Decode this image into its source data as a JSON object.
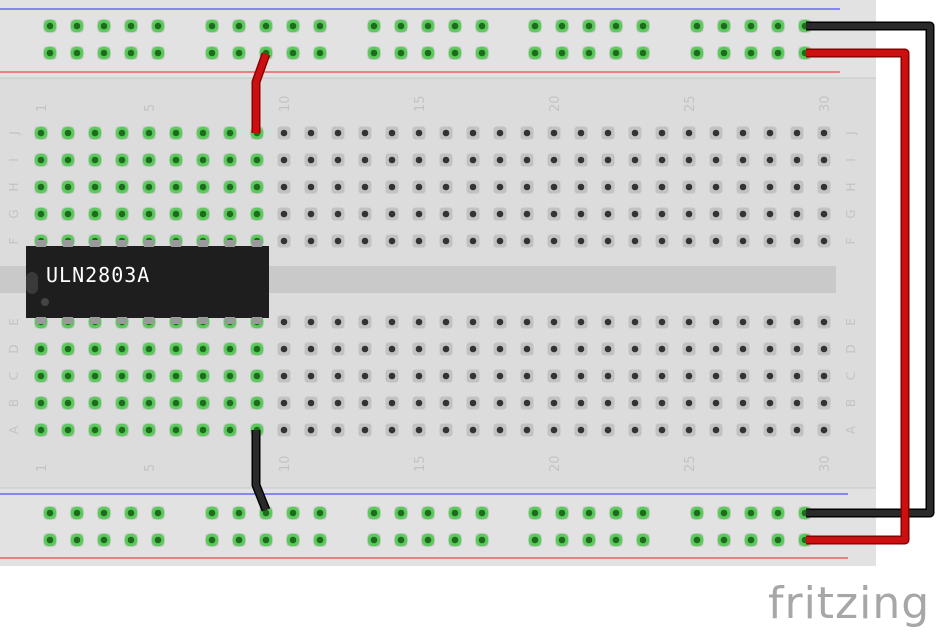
{
  "breadboard": {
    "column_numbers_top": [
      "1",
      "5",
      "10",
      "15",
      "20",
      "25",
      "30"
    ],
    "column_numbers_bottom": [
      "1",
      "5",
      "10",
      "15",
      "20",
      "25",
      "30"
    ],
    "row_letters_top": [
      "J",
      "I",
      "H",
      "G",
      "F"
    ],
    "row_letters_bottom": [
      "E",
      "D",
      "C",
      "B",
      "A"
    ]
  },
  "chip": {
    "label": "ULN2803A"
  },
  "colors": {
    "board": "#dcdcdc",
    "hole": "#333333",
    "hole_connected": "#5cc95c",
    "red_wire": "#cc1010",
    "black_wire": "#222222",
    "blue_line": "#2a2aff",
    "red_line": "#ee2222",
    "chip_body": "#1e1e1e"
  },
  "wires": [
    {
      "name": "top-red-jumper",
      "color": "red"
    },
    {
      "name": "bottom-black-jumper",
      "color": "black"
    },
    {
      "name": "right-red-power",
      "color": "red"
    },
    {
      "name": "right-black-ground",
      "color": "black"
    }
  ],
  "brand": "fritzing"
}
